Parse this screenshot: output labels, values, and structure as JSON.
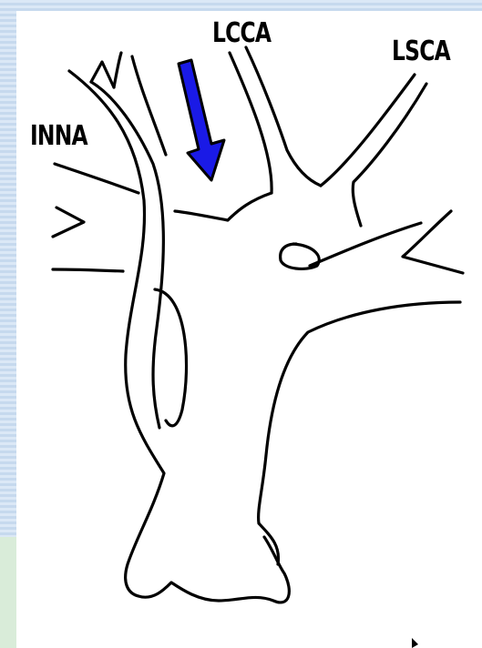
{
  "labels": {
    "lcca": "LCCA",
    "lsca": "LSCA",
    "inna": "INNA"
  },
  "colors": {
    "arrow_fill": "#1a1ae6",
    "stroke": "#000000",
    "background_stripe": "#dbe8f6",
    "panel": "#ffffff"
  },
  "icons": {
    "pointer_arrow": "blue-down-arrow-icon",
    "cursor": "cursor-icon"
  }
}
